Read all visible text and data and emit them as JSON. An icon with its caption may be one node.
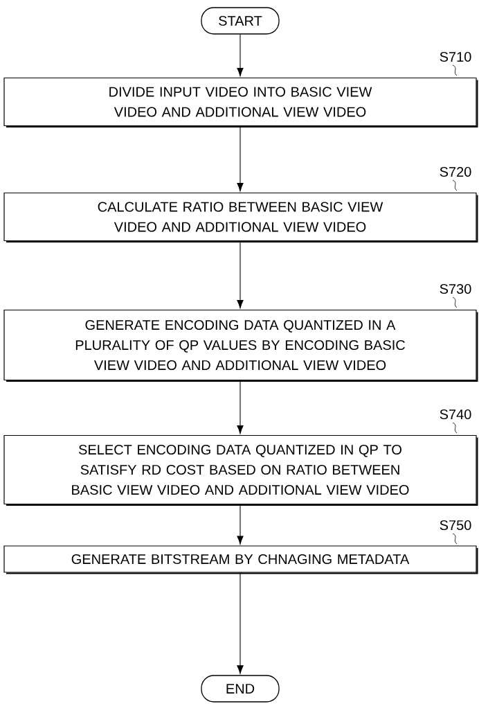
{
  "diagram": {
    "nodes": [
      {
        "text": [
          "START"
        ]
      },
      {
        "text": [
          "DIVIDE INPUT VIDEO INTO BASIC VIEW VIDEO AND ADDITIONAL VIEW VIDEO"
        ],
        "beside": [
          "S710"
        ]
      },
      {
        "text": [
          "CALCULATE RATIO BETWEEN BASIC VIEW VIDEO AND ADDITIONAL VIEW VIDEO"
        ],
        "beside": [
          "S720"
        ]
      },
      {
        "text": [
          "GENERATE ENCODING DATA QUANTIZED IN A PLURALITY OF QP VALUES BY ENCODING BASIC VIEW VIDEO AND ADDITIONAL VIEW VIDEO"
        ],
        "beside": [
          "S730"
        ]
      },
      {
        "text": [
          "SELECT ENCODING DATA QUANTIZED IN QP TO SATISFY RD COST BASED ON RATIO BETWEEN BASIC VIEW VIDEO AND ADDITIONAL VIEW VIDEO"
        ],
        "beside": [
          "S740"
        ]
      },
      {
        "text": [
          "GENERATE BITSTREAM BY CHNAGING METADATA"
        ],
        "beside": [
          "S750"
        ]
      },
      {
        "text": [
          "END"
        ]
      }
    ],
    "edges": [
      {
        "from": 0,
        "to": 1,
        "arrow": "to"
      },
      {
        "from": 1,
        "to": 2,
        "arrow": "to"
      },
      {
        "from": 2,
        "to": 3,
        "arrow": "to"
      },
      {
        "from": 3,
        "to": 4,
        "arrow": "to"
      },
      {
        "from": 4,
        "to": 5,
        "arrow": "to"
      },
      {
        "from": 5,
        "to": 6,
        "arrow": "to"
      }
    ]
  }
}
